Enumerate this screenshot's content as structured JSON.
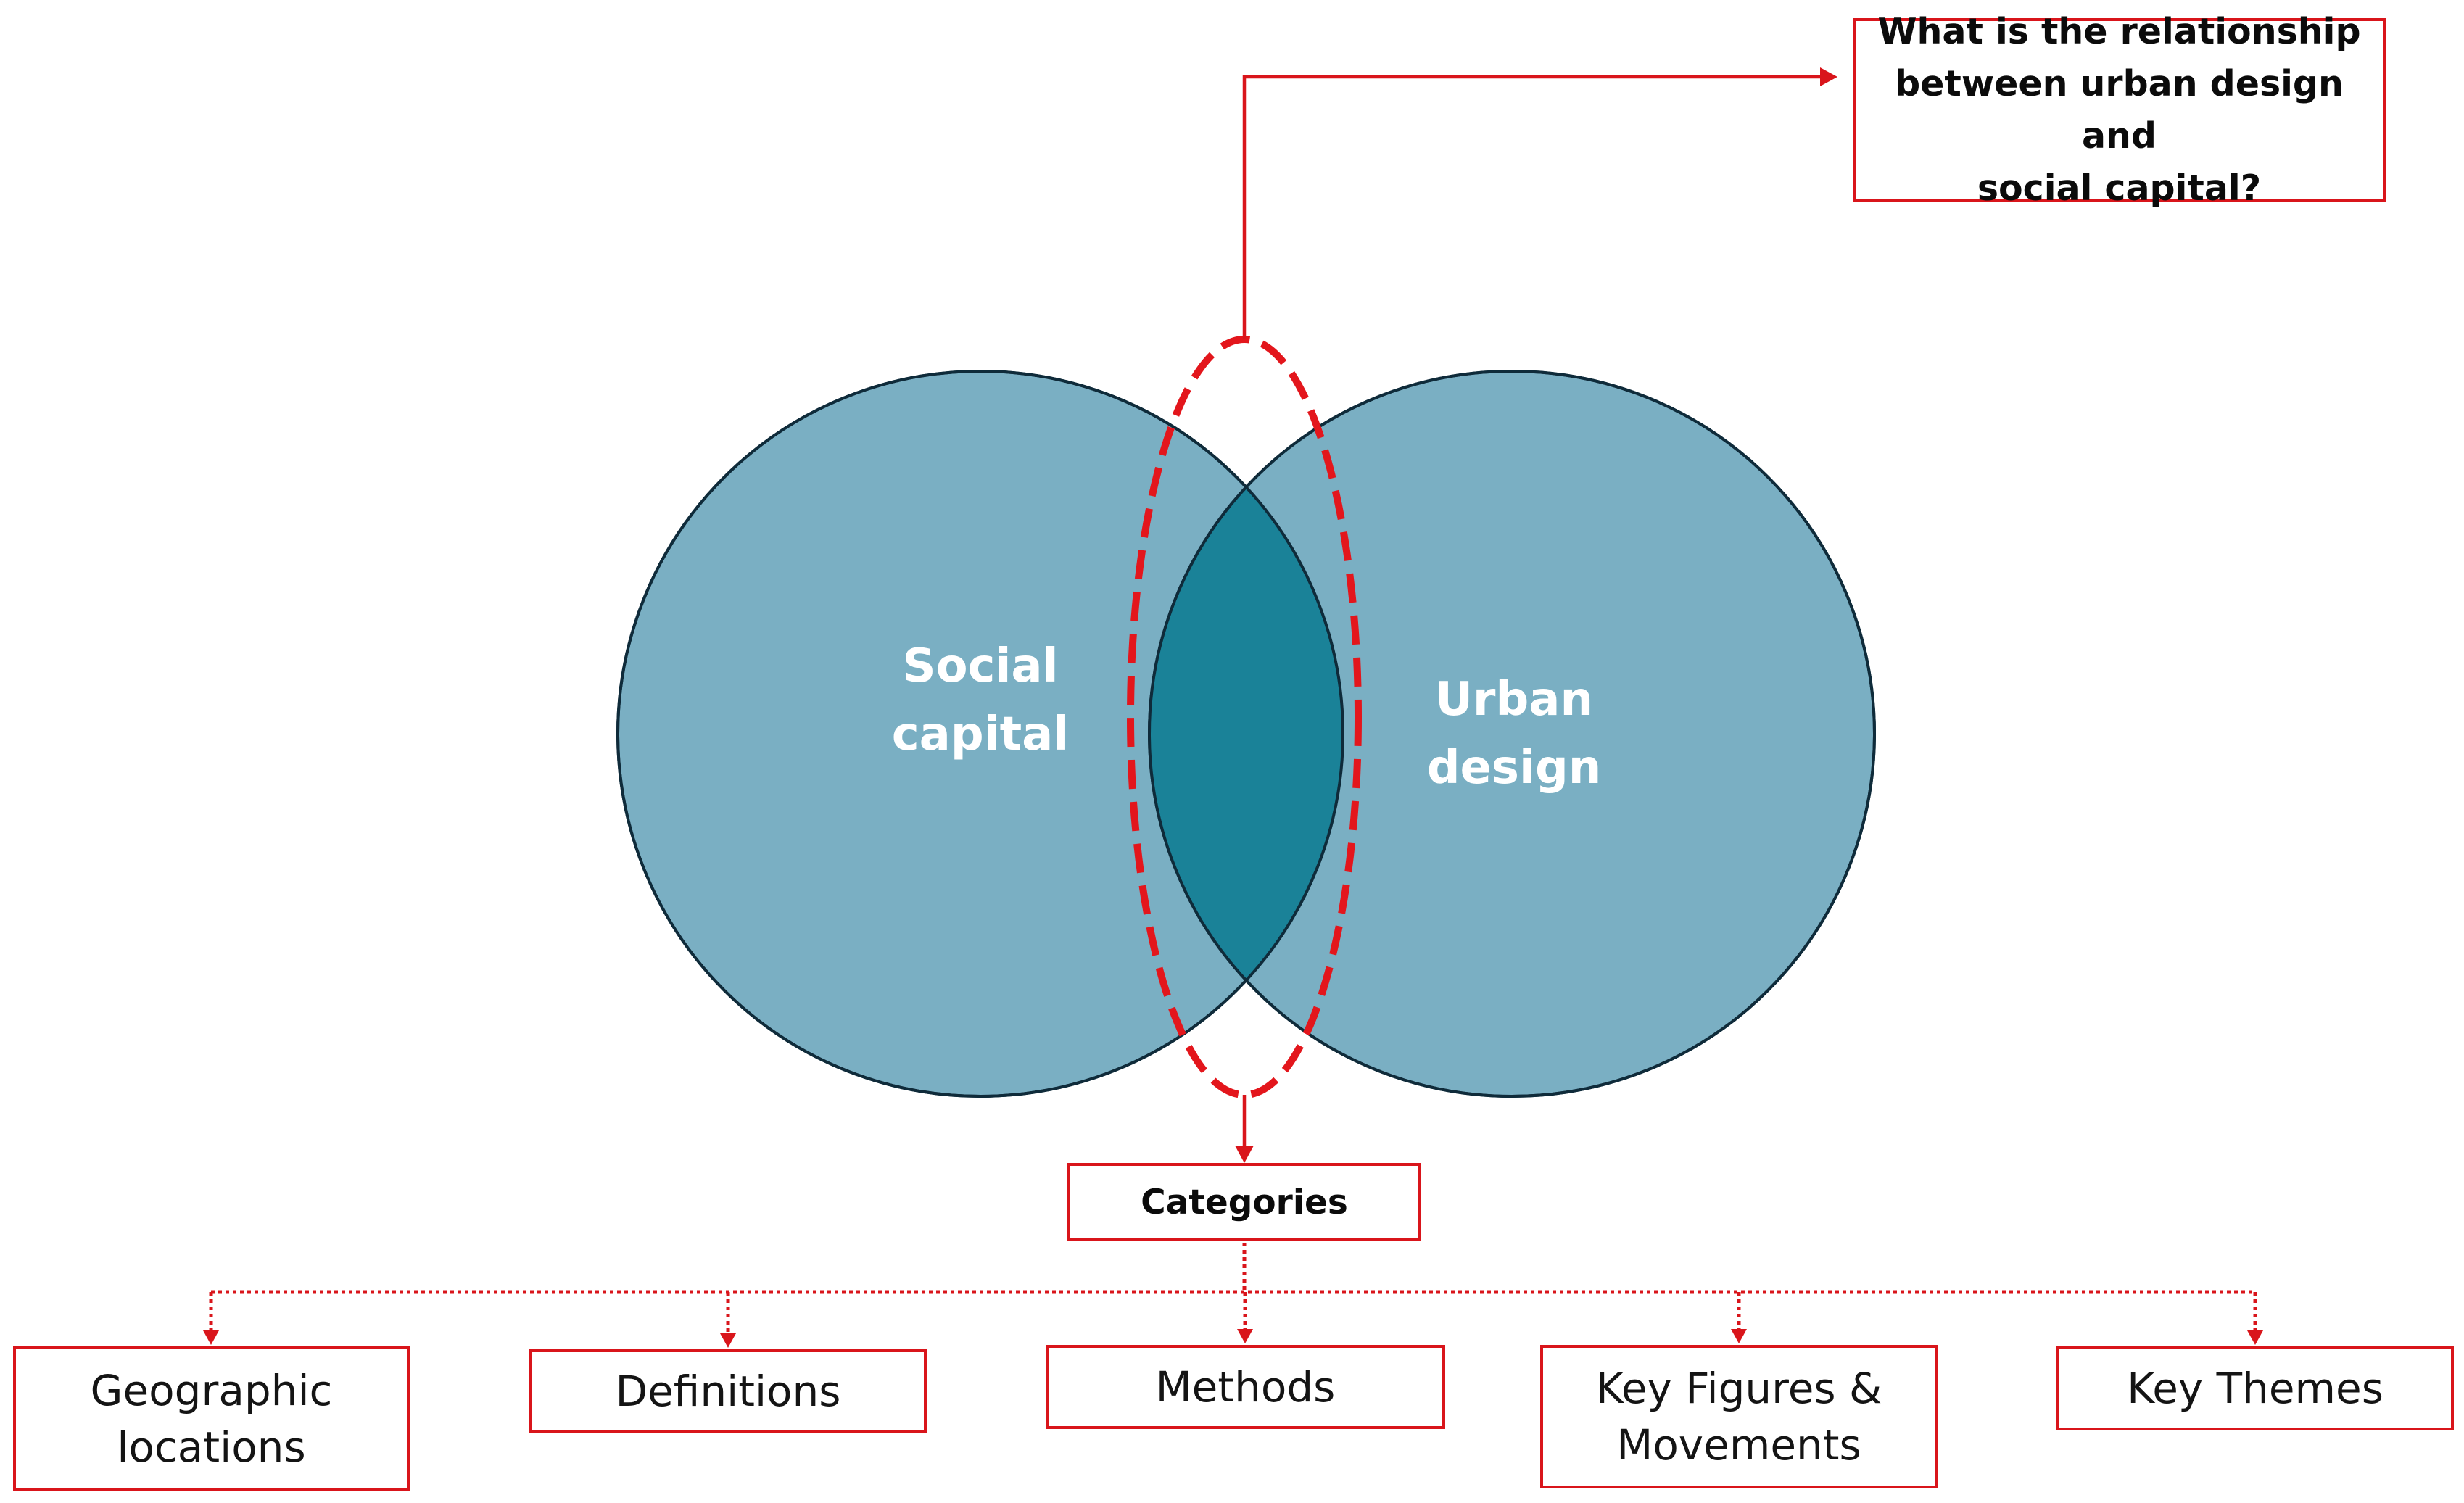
{
  "question": {
    "text": "What is the relationship\nbetween urban design and\nsocial capital?"
  },
  "venn": {
    "left_label": "Social\ncapital",
    "right_label": "Urban\ndesign",
    "colors": {
      "circle_fill": "#7aafc3",
      "overlap_fill": "#1a8298",
      "outline": "#0f2b3a",
      "highlight": "#e3161c"
    }
  },
  "categories": {
    "title": "Categories",
    "items": [
      {
        "label": "Geographic\nlocations"
      },
      {
        "label": "Definitions"
      },
      {
        "label": "Methods"
      },
      {
        "label": "Key Figures &\nMovements"
      },
      {
        "label": "Key Themes"
      }
    ]
  }
}
